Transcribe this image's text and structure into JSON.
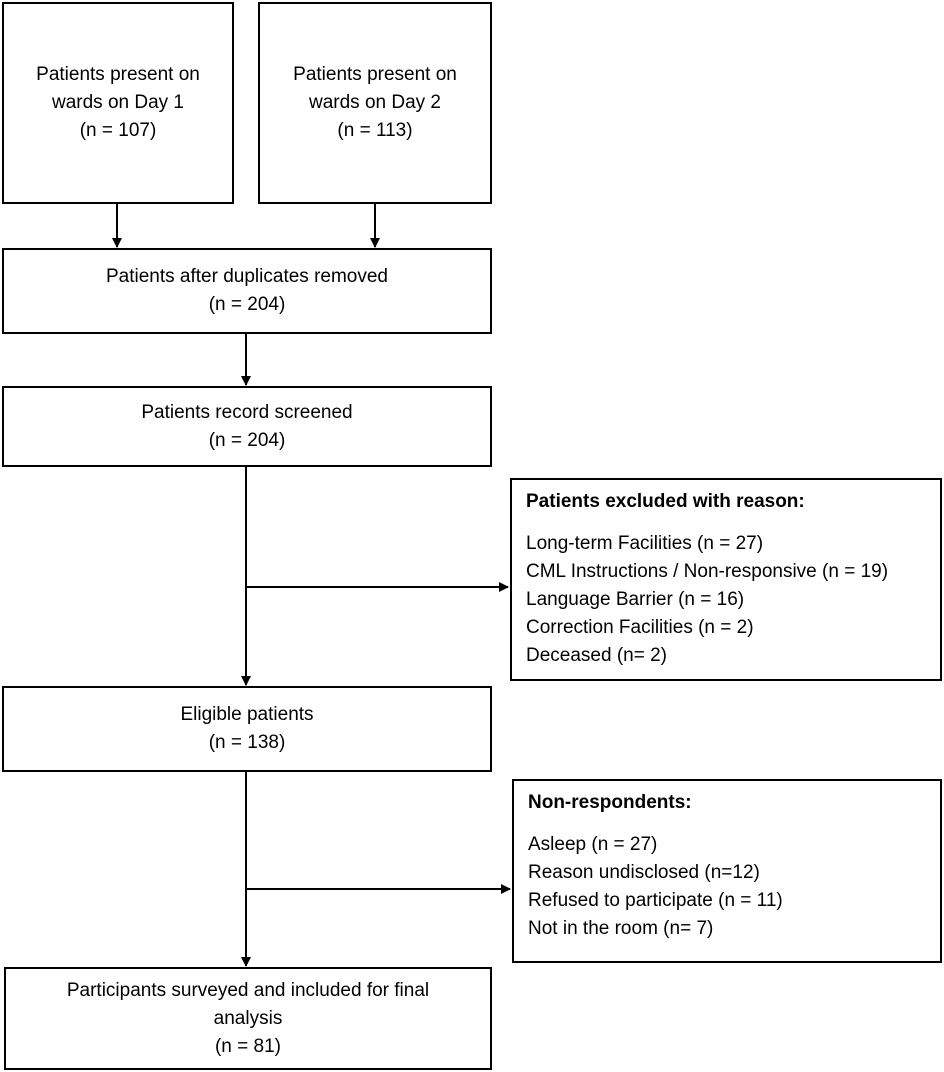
{
  "boxes": {
    "day1": {
      "line1": "Patients present on",
      "line2": "wards on Day 1",
      "count": "(n = 107)"
    },
    "day2": {
      "line1": "Patients present on",
      "line2": "wards on Day 2",
      "count": "(n = 113)"
    },
    "duplicates_removed": {
      "line1": "Patients after duplicates removed",
      "count": "(n = 204)"
    },
    "record_screened": {
      "line1": "Patients record screened",
      "count": "(n = 204)"
    },
    "eligible": {
      "line1": "Eligible patients",
      "count": "(n = 138)"
    },
    "final": {
      "line1": "Participants surveyed and included for final",
      "line2": "analysis",
      "count": "(n = 81)"
    }
  },
  "excluded": {
    "title": "Patients excluded with reason:",
    "items": [
      "Long-term Facilities (n = 27)",
      "CML Instructions / Non-responsive (n = 19)",
      "Language Barrier (n = 16)",
      "Correction Facilities (n = 2)",
      "Deceased (n= 2)"
    ]
  },
  "non_respondents": {
    "title": "Non-respondents:",
    "items": [
      "Asleep (n = 27)",
      "Reason undisclosed (n=12)",
      "Refused to participate (n = 11)",
      "Not in the room (n= 7)"
    ]
  },
  "colors": {
    "stroke": "#000000",
    "background": "#ffffff"
  }
}
